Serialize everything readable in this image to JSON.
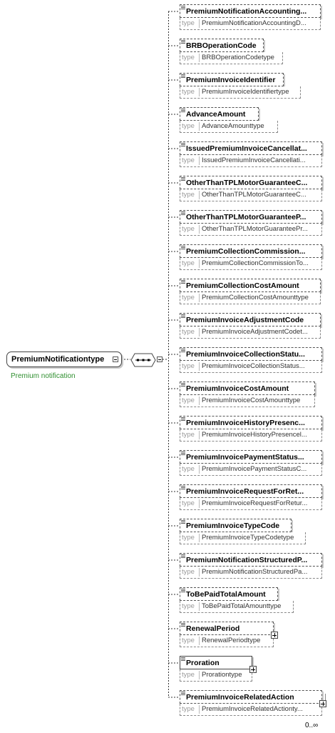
{
  "root": {
    "name": "PremiumNotificationtype",
    "documentation": "Premium notification",
    "type_keyword": "type"
  },
  "children": [
    {
      "name": "PremiumNotificationAccounting...",
      "type": "PremiumNotificationAccountingD...",
      "required": false,
      "expandable": false
    },
    {
      "name": "BRBOperationCode",
      "type": "BRBOperationCodetype",
      "required": false,
      "expandable": false
    },
    {
      "name": "PremiumInvoiceIdentifier",
      "type": "PremiumInvoiceIdentifiertype",
      "required": false,
      "expandable": false
    },
    {
      "name": "AdvanceAmount",
      "type": "AdvanceAmounttype",
      "required": false,
      "expandable": false
    },
    {
      "name": "IssuedPremiumInvoiceCancellat...",
      "type": "IssuedPremiumInvoiceCancellati...",
      "required": false,
      "expandable": false
    },
    {
      "name": "OtherThanTPLMotorGuaranteeC...",
      "type": "OtherThanTPLMotorGuaranteeC...",
      "required": false,
      "expandable": false
    },
    {
      "name": "OtherThanTPLMotorGuaranteeP...",
      "type": "OtherThanTPLMotorGuaranteePr...",
      "required": false,
      "expandable": false
    },
    {
      "name": "PremiumCollectionCommission...",
      "type": "PremiumCollectionCommissionTo...",
      "required": false,
      "expandable": false
    },
    {
      "name": "PremiumCollectionCostAmount",
      "type": "PremiumCollectionCostAmounttype",
      "required": false,
      "expandable": false
    },
    {
      "name": "PremiumInvoiceAdjustmentCode",
      "type": "PremiumInvoiceAdjustmentCodet...",
      "required": false,
      "expandable": false
    },
    {
      "name": "PremiumInvoiceCollectionStatu...",
      "type": "PremiumInvoiceCollectionStatus...",
      "required": false,
      "expandable": false
    },
    {
      "name": "PremiumInvoiceCostAmount",
      "type": "PremiumInvoiceCostAmounttype",
      "required": false,
      "expandable": false
    },
    {
      "name": "PremiumInvoiceHistoryPresenc...",
      "type": "PremiumInvoiceHistoryPresencel...",
      "required": false,
      "expandable": false
    },
    {
      "name": "PremiumInvoicePaymentStatus...",
      "type": "PremiumInvoicePaymentStatusC...",
      "required": false,
      "expandable": false
    },
    {
      "name": "PremiumInvoiceRequestForRet...",
      "type": "PremiumInvoiceRequestForRetur...",
      "required": false,
      "expandable": false
    },
    {
      "name": "PremiumInvoiceTypeCode",
      "type": "PremiumInvoiceTypeCodetype",
      "required": false,
      "expandable": false
    },
    {
      "name": "PremiumNotificationStructuredP...",
      "type": "PremiumNotificationStructuredPa...",
      "required": false,
      "expandable": false
    },
    {
      "name": "ToBePaidTotalAmount",
      "type": "ToBePaidTotalAmounttype",
      "required": false,
      "expandable": false
    },
    {
      "name": "RenewalPeriod",
      "type": "RenewalPeriodtype",
      "required": false,
      "expandable": true
    },
    {
      "name": "Proration",
      "type": "Prorationtype",
      "required": true,
      "expandable": true
    },
    {
      "name": "PremiumInvoiceRelatedAction",
      "type": "PremiumInvoiceRelatedActionty...",
      "required": false,
      "expandable": true,
      "multiple": true,
      "cardinality": "0..∞"
    }
  ]
}
